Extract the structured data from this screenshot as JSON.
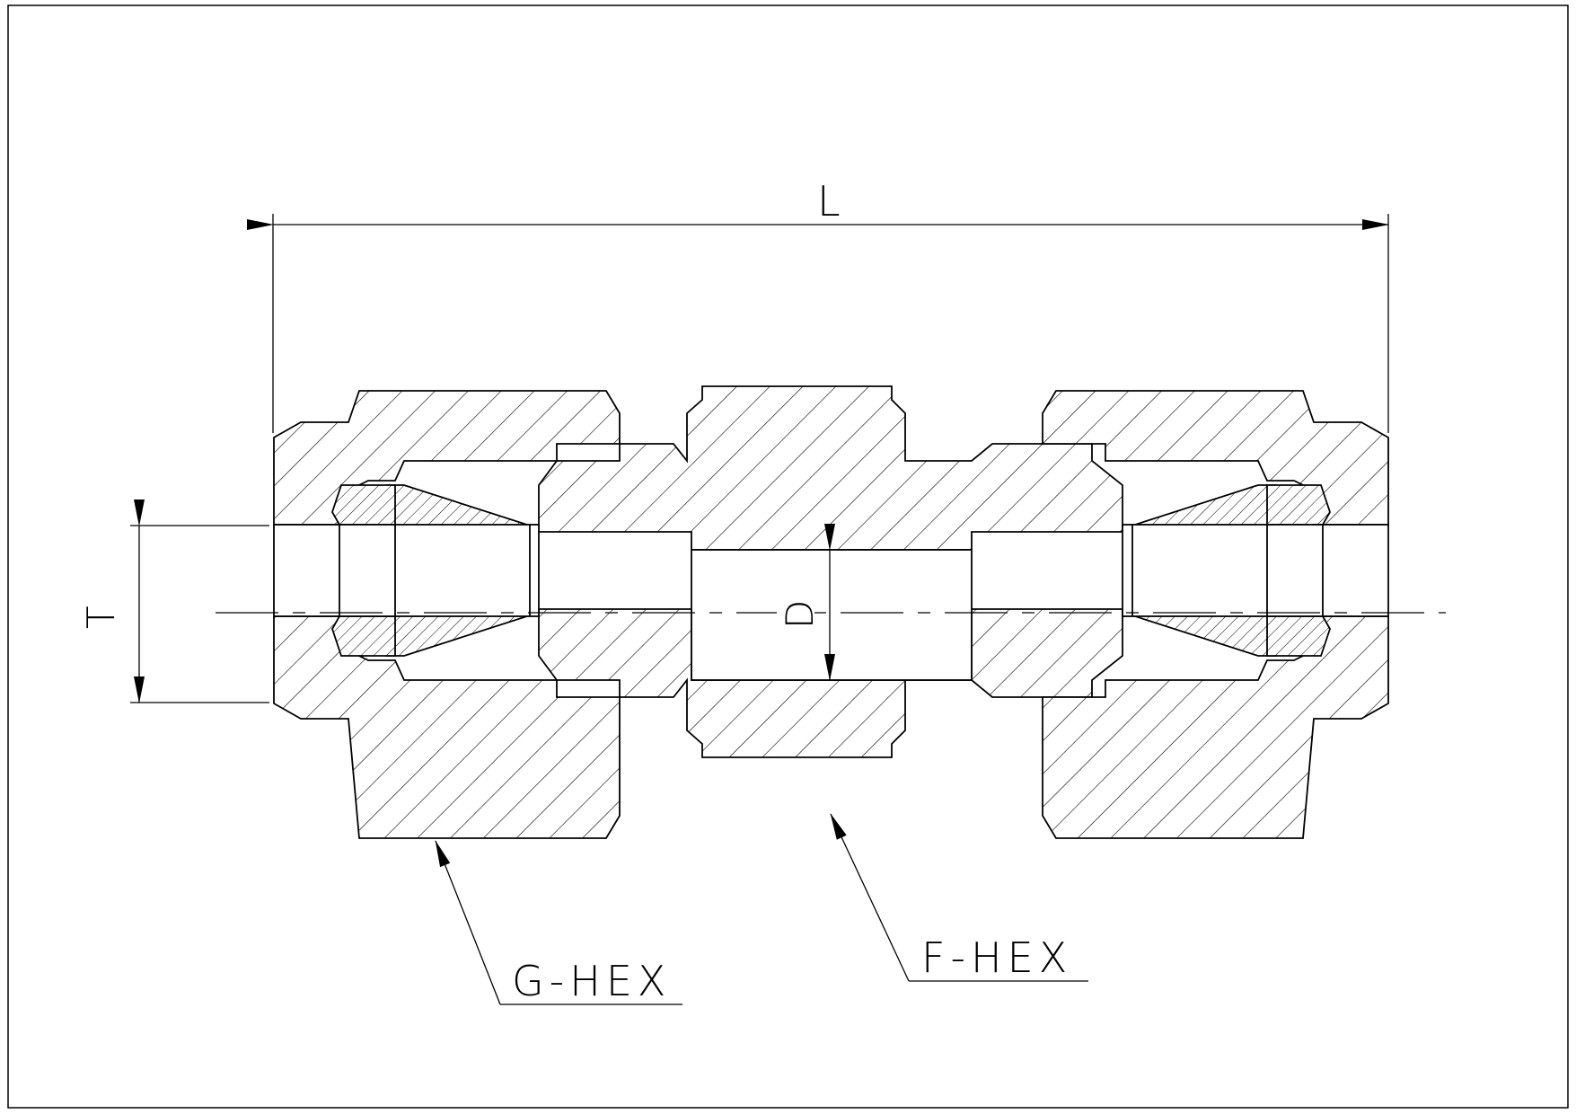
{
  "dimensions": {
    "length_label": "L",
    "tube_od_label": "T",
    "bore_label": "D"
  },
  "callouts": {
    "nut_hex": "G-HEX",
    "body_hex": "F-HEX"
  }
}
